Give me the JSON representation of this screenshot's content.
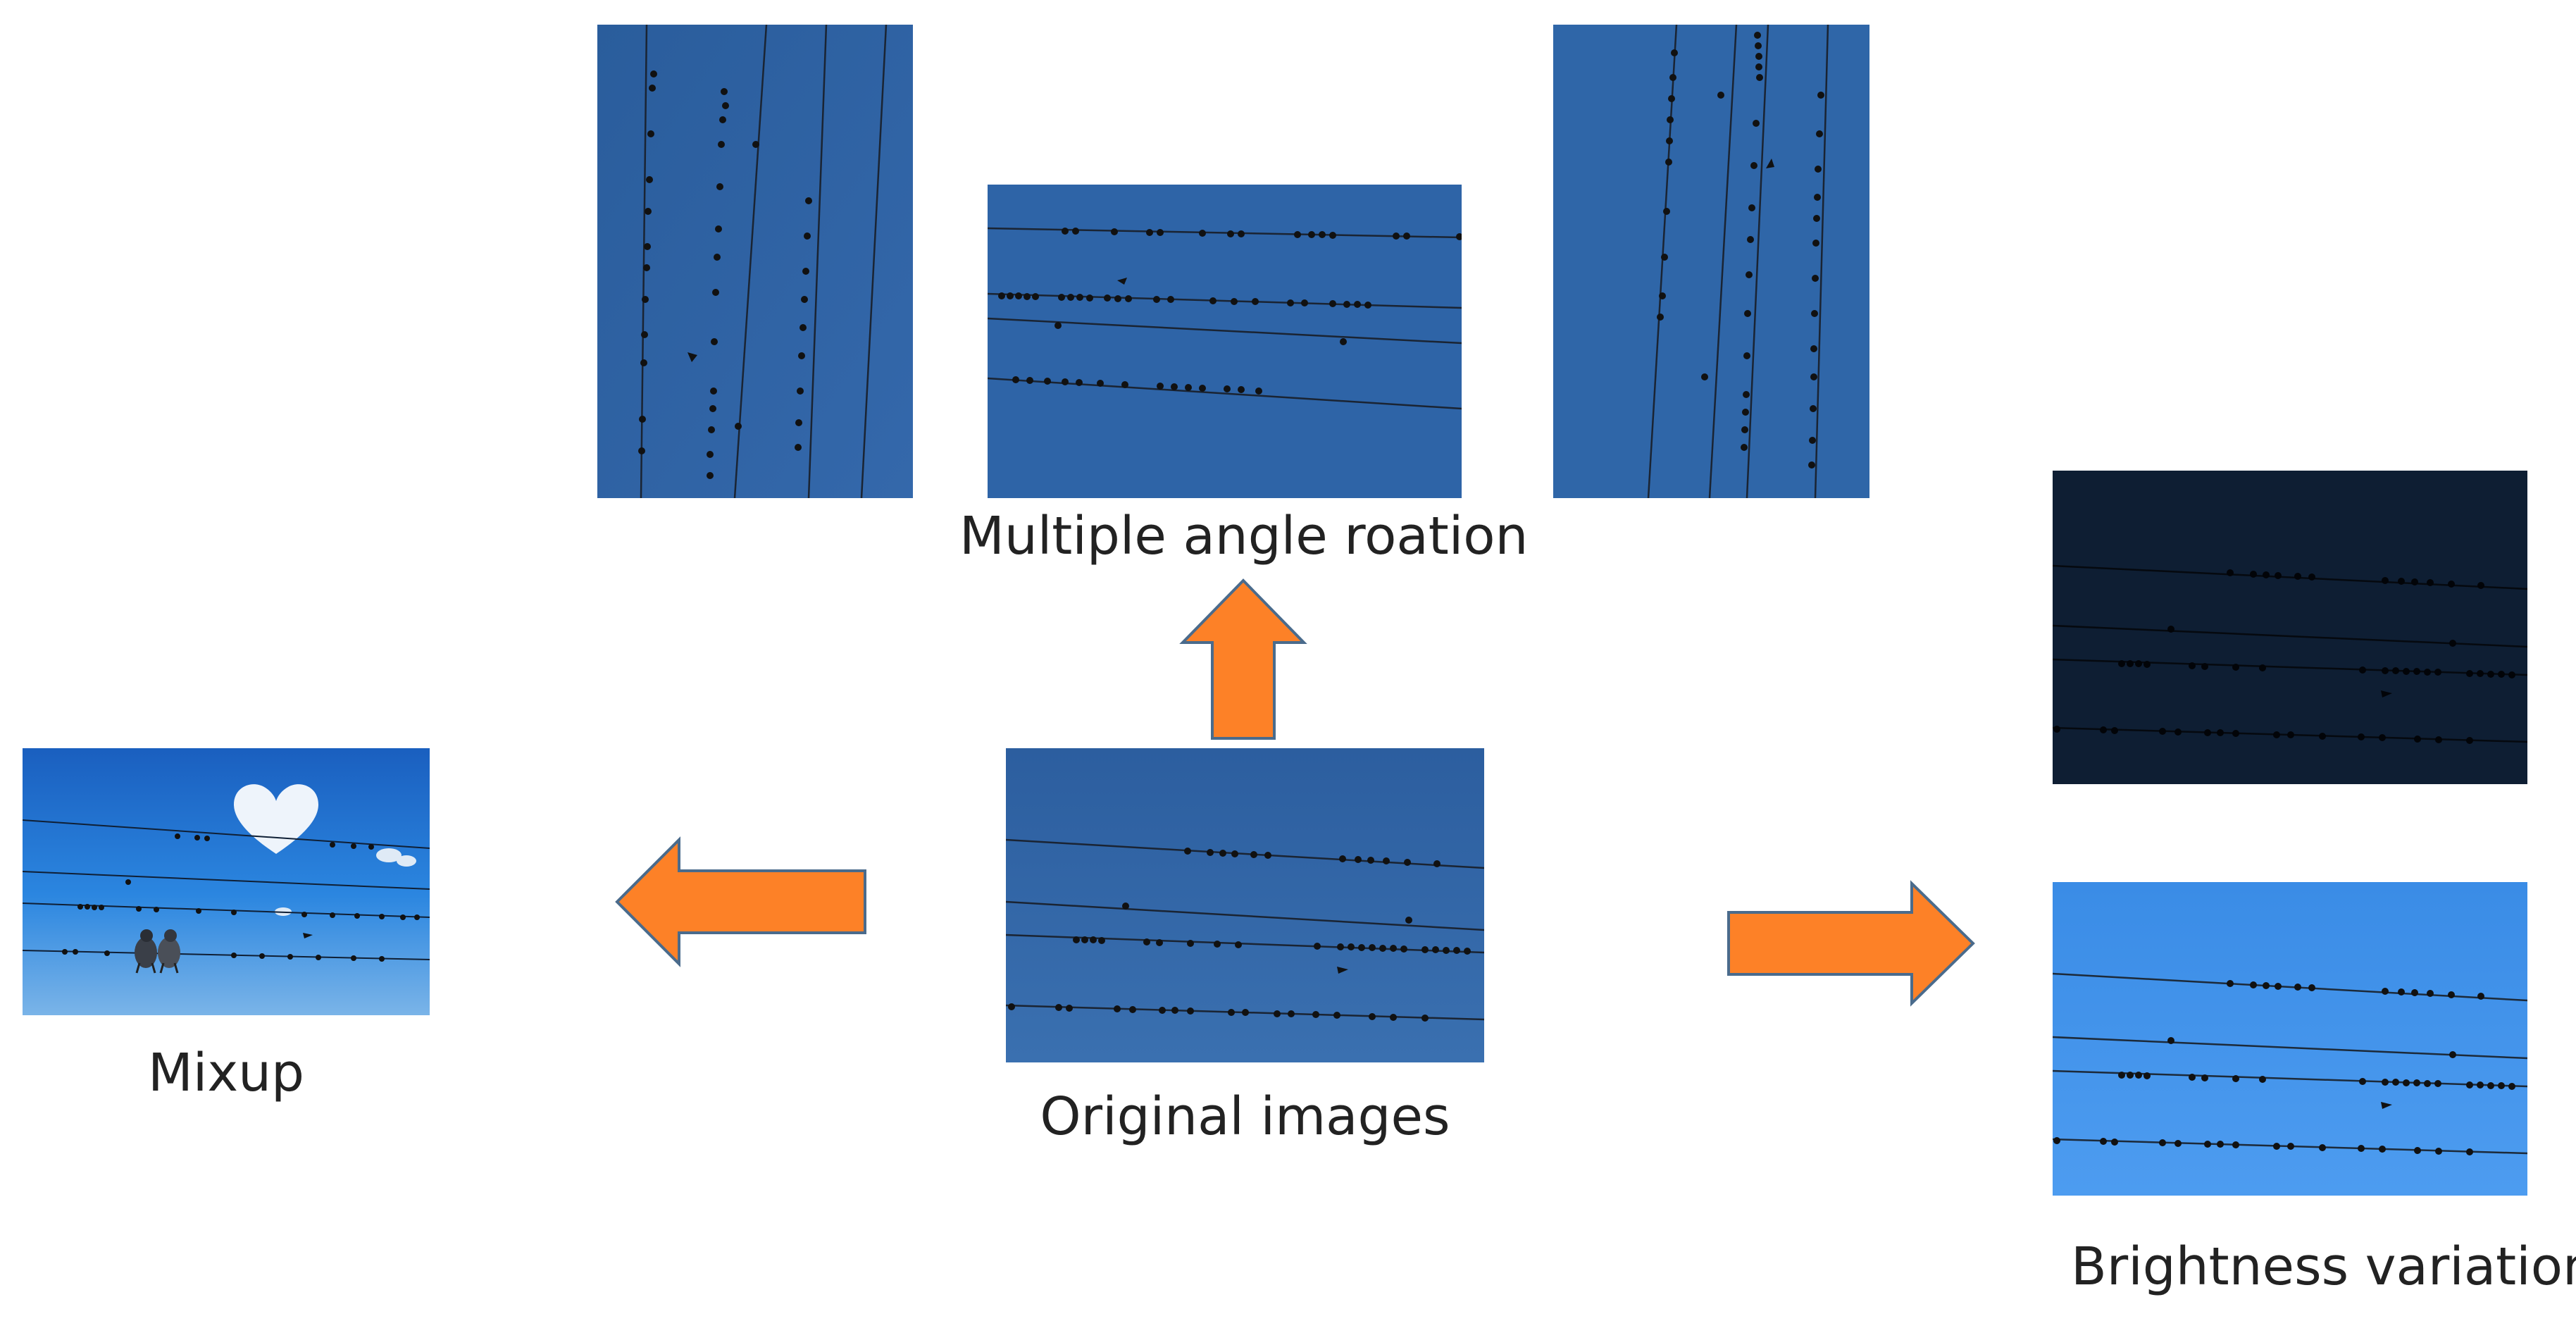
{
  "labels": {
    "rotation": "Multiple angle roation",
    "original": "Original images",
    "mixup": "Mixup",
    "brightness": "Brightness variation"
  },
  "colors": {
    "sky_original": "#2f66a8",
    "sky_dark": "#0e1e33",
    "sky_bright": "#3e8fe6",
    "sky_mixup": "#1d6fd0",
    "arrow_fill": "#fd8127",
    "arrow_stroke": "#4a6b8c",
    "text": "#222222"
  },
  "icons": {
    "arrow_up": "arrow-up-icon",
    "arrow_left": "arrow-left-icon",
    "arrow_right": "arrow-right-icon"
  }
}
